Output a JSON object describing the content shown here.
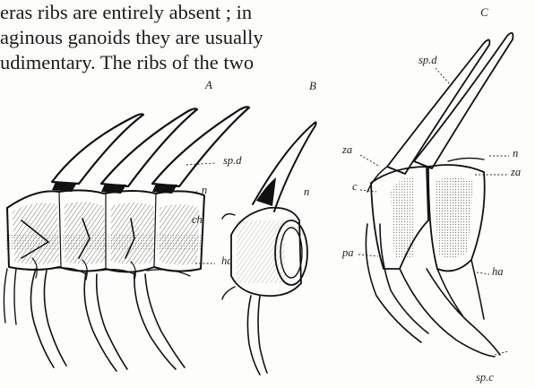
{
  "text": {
    "lines": [
      "eras ribs are entirely absent ; in",
      "aginous ganoids they are usually",
      "udimentary.  The ribs of the two"
    ]
  },
  "figure": {
    "panels": {
      "A": "A",
      "B": "B",
      "C": "C"
    },
    "labels": {
      "A_spd": "sp.d",
      "A_n": "n",
      "A_ch": "ch",
      "A_ha": "ha",
      "B_n": "n",
      "C_spd": "sp.d",
      "C_za_left": "za",
      "C_c": "c",
      "C_n": "n",
      "C_za_right": "za",
      "C_pa": "pa",
      "C_ha": "ha",
      "C_spc": "sp.c"
    }
  }
}
